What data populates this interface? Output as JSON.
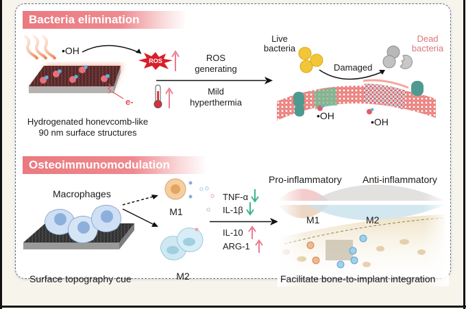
{
  "sections": {
    "bacteria": {
      "title": "Bacteria elimination",
      "oh_label": "•OH",
      "ros_badge": "ROS",
      "electron_label": "e-",
      "surface_caption_line1": "Hydrogenated honevcomb-like",
      "surface_caption_line2": "90 nm surface structures",
      "arrow_top_line1": "ROS",
      "arrow_top_line2": "generating",
      "arrow_bottom_line1": "Mild",
      "arrow_bottom_line2": "hyperthermia",
      "live_line1": "Live",
      "live_line2": "bacteria",
      "dead_line1": "Dead",
      "dead_line2": "bacteria",
      "damaged_label": "Damaged",
      "oh_membrane_1": "•OH",
      "oh_membrane_2": "•OH"
    },
    "osteo": {
      "title": "Osteoimmunomodulation",
      "macrophages_label": "Macrophages",
      "surface_caption": "Surface topography cue",
      "m1_label": "M1",
      "m2_label": "M2",
      "cytokines": [
        {
          "name": "TNF-α",
          "direction": "down"
        },
        {
          "name": "IL-1β",
          "direction": "down"
        },
        {
          "name": "IL-10",
          "direction": "up"
        },
        {
          "name": "ARG-1",
          "direction": "up"
        }
      ],
      "pro_label": "Pro-inflammatory",
      "anti_label": "Anti-inflammatory",
      "curve_m1_label": "M1",
      "curve_m2_label": "M2",
      "outcome_caption": "Facilitate bone-to-implant integration"
    }
  },
  "colors": {
    "accent_red": "#ea7a80",
    "up_arrow": "#ee7b8e",
    "down_arrow": "#3db58a",
    "dead_text": "#d9787a",
    "panel_border": "#5a6f92",
    "background": "#f7f4ec"
  }
}
